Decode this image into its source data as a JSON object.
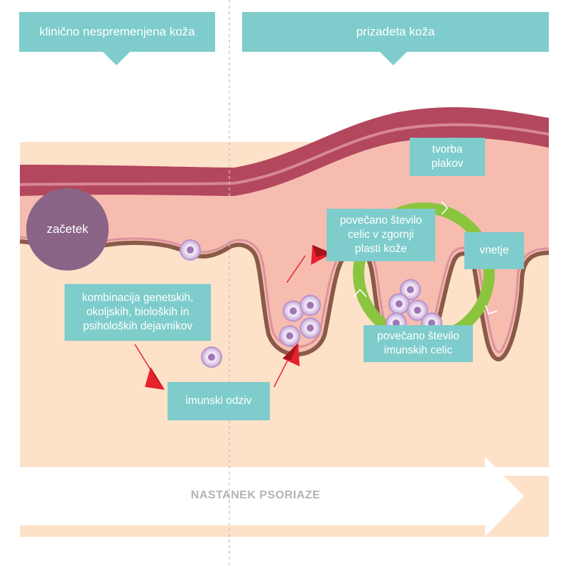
{
  "headers": {
    "left": "klinično nespremenjena koža",
    "right": "prizadeta koža"
  },
  "start_label": "začetek",
  "labels": {
    "factors": [
      "kombinacija genetskih,",
      "okoljskih, bioloških in",
      "psiholoških dejavnikov"
    ],
    "immune_response": "imunski odziv",
    "more_cells_upper": [
      "povečano število",
      "celic v zgornji",
      "plasti kože"
    ],
    "plaque": [
      "tvorba",
      "plakov"
    ],
    "inflammation": "vnetje",
    "more_immune_cells": [
      "povečano število",
      "imunskih celic"
    ]
  },
  "process_label": "NASTANEK PSORIAZE",
  "colors": {
    "label_bg": "#7ecccc",
    "outer_skin": "#b3475e",
    "epidermis": "#f7bcb0",
    "dermis": "#fde1c8",
    "cycle": "#8bc53f",
    "arrow": "#e8212d",
    "start_circle": "#8a6487",
    "cell": "#bf9cd0"
  }
}
